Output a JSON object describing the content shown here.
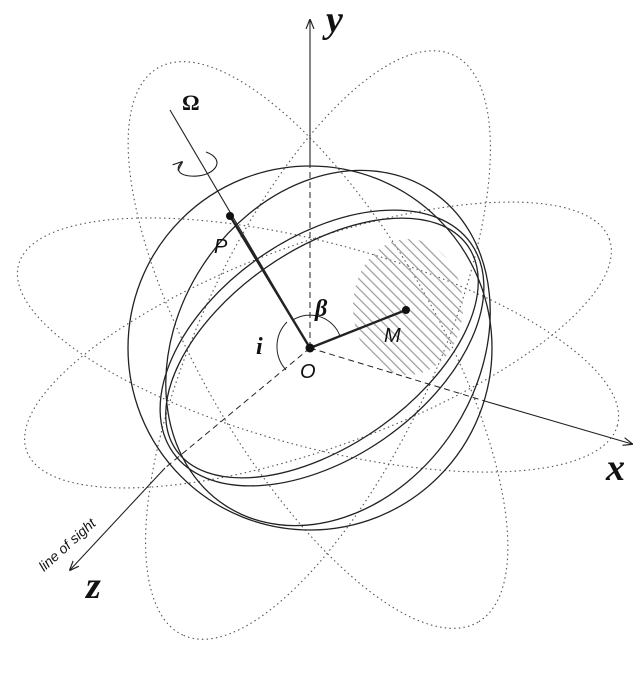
{
  "labels": {
    "axis_y": "y",
    "axis_x": "x",
    "axis_z": "z",
    "omega": "Ω",
    "point_p": "P",
    "point_m": "M",
    "point_o": "O",
    "angle_beta": "β",
    "angle_i": "i",
    "line_of_sight": "line of sight"
  },
  "colors": {
    "line": "#222222",
    "dotted": "#555555",
    "hatch": "#9a9a9a",
    "background": "#ffffff"
  }
}
